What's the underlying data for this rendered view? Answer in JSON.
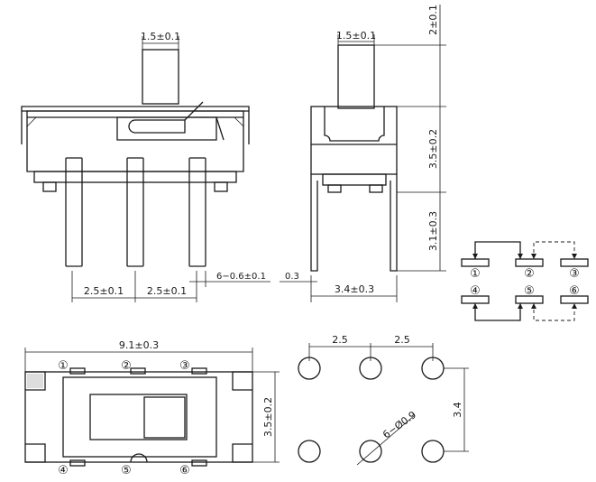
{
  "dimensions": {
    "actuator_width": "1.5±0.1",
    "actuator_width_side": "1.5±0.1",
    "actuator_height": "2±0.1",
    "body_height": "3.5±0.2",
    "pin_length": "3.1±0.3",
    "pin_pitch_1": "2.5±0.1",
    "pin_pitch_2": "2.5±0.1",
    "pin_width": "6−0.6±0.1",
    "pin_thickness": "0.3",
    "side_width": "3.4±0.3",
    "body_length": "9.1±0.3",
    "body_depth": "3.5±0.2",
    "hole_pitch_1": "2.5",
    "hole_pitch_2": "2.5",
    "hole_row_spacing": "3.4",
    "hole_diameter": "6−Ø0.9"
  },
  "pins": {
    "top_row": [
      "①",
      "②",
      "③"
    ],
    "bottom_row": [
      "④",
      "⑤",
      "⑥"
    ]
  }
}
